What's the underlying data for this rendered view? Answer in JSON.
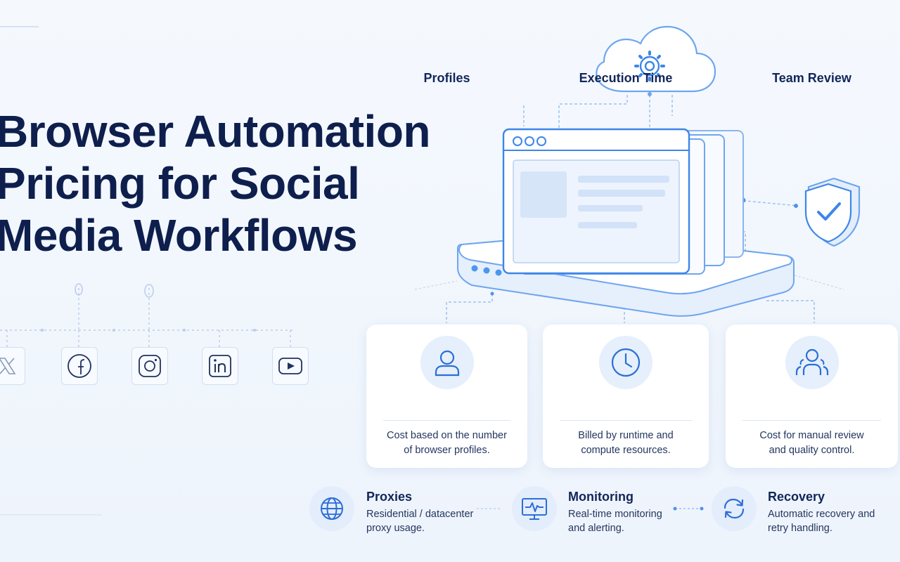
{
  "headline": {
    "line1": "Browser Automation",
    "line2": "Pricing for Social",
    "line3": "Media Workflows"
  },
  "social_icons": [
    "x-icon",
    "facebook-icon",
    "instagram-icon",
    "linkedin-icon",
    "youtube-icon"
  ],
  "illustration_icons": [
    "cloud-gear-icon",
    "browser-stack-icon",
    "server-base-icon",
    "shield-check-icon"
  ],
  "cards": [
    {
      "icon": "user-icon",
      "title": "Profiles",
      "desc_line1": "Cost based on the number",
      "desc_line2": "of browser profiles."
    },
    {
      "icon": "clock-icon",
      "title": "Execution Time",
      "desc_line1": "Billed by runtime and",
      "desc_line2": "compute resources."
    },
    {
      "icon": "team-icon",
      "title": "Team Review",
      "desc_line1": "Cost for manual review",
      "desc_line2": "and quality control."
    }
  ],
  "features": [
    {
      "icon": "globe-icon",
      "title": "Proxies",
      "desc_line1": "Residential / datacenter",
      "desc_line2": "proxy usage."
    },
    {
      "icon": "monitor-pulse-icon",
      "title": "Monitoring",
      "desc_line1": "Real-time monitoring",
      "desc_line2": "and alerting."
    },
    {
      "icon": "refresh-icon",
      "title": "Recovery",
      "desc_line1": "Automatic recovery and",
      "desc_line2": "retry handling."
    }
  ],
  "colors": {
    "heading": "#0e1f4d",
    "accent": "#2f7be6",
    "accent_light": "#e4edfb",
    "line": "#9cc0ee",
    "background": "#f3f7fd"
  }
}
